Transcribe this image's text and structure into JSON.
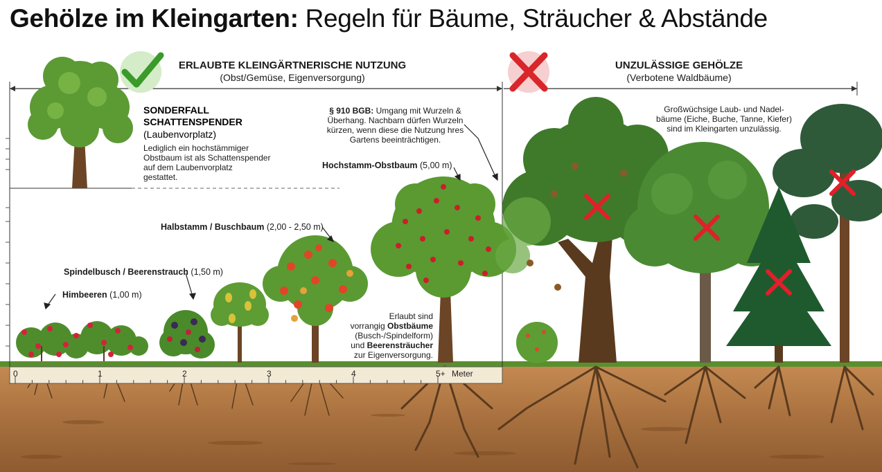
{
  "title": {
    "bold": "Gehölze im Kleingarten:",
    "normal": "Regeln für Bäume, Sträucher & Abstände"
  },
  "allowed": {
    "heading": "ERLAUBTE KLEINGÄRTNERISCHE NUTZUNG",
    "sub": "(Obst/Gemüse, Eigenversorgung)"
  },
  "forbidden": {
    "heading": "UNZULÄSSIGE GEHÖLZE",
    "sub": "(Verbotene Waldbäume)",
    "note": [
      "Großwüchsige Laub- und Nadel-",
      "bäume (Eiche, Buche, Tanne, Kiefer)",
      "sind im Kleingarten unzulässig."
    ]
  },
  "special_case": {
    "heading1": "SONDERFALL",
    "heading2": "SCHATTENSPENDER",
    "sub": "(Laubenvorplatz)",
    "text": [
      "Lediglich ein hochstämmiger",
      "Obstbaum ist als Schattenspender",
      "auf dem Laubenvorplatz",
      "gestattet."
    ]
  },
  "bgb": {
    "bold": "§ 910 BGB:",
    "lines": [
      "Umgang mit Wurzeln &",
      "Überhang. Nachbarn dürfen Wurzeln",
      "kürzen, wenn diese die Nutzung hres",
      "Gartens beeinträchtigen."
    ]
  },
  "plants": [
    {
      "name": "Himbeeren",
      "height": "(1,00 m)"
    },
    {
      "name": "Spindelbusch / Beerenstrauch",
      "height": "(1,50 m)"
    },
    {
      "name": "Halbstamm / Buschbaum",
      "height": "(2,00 - 2,50 m)"
    },
    {
      "name": "Hochstamm-Obstbaum",
      "height": "(5,00 m)"
    }
  ],
  "allowed_note": {
    "l1": "Erlaubt sind",
    "l2a": "vorrangig ",
    "l2b": "Obstbäume",
    "l3": "(Busch-/Spindelform)",
    "l4a": "und ",
    "l4b": "Beerensträucher",
    "l5": "zur Eigenversorgung."
  },
  "ruler": {
    "ticks": [
      "0",
      "1",
      "2",
      "3",
      "4",
      "5+"
    ],
    "unit": "Meter"
  },
  "colors": {
    "check": "#3a9a2a",
    "check_bg": "#d4ecc8",
    "cross": "#d9262a",
    "cross_bg": "#f6cfd0",
    "soil": "#b07a45",
    "grass": "#5a8f2e"
  },
  "icons": {
    "allowed": "check-icon",
    "forbidden": "cross-icon"
  }
}
